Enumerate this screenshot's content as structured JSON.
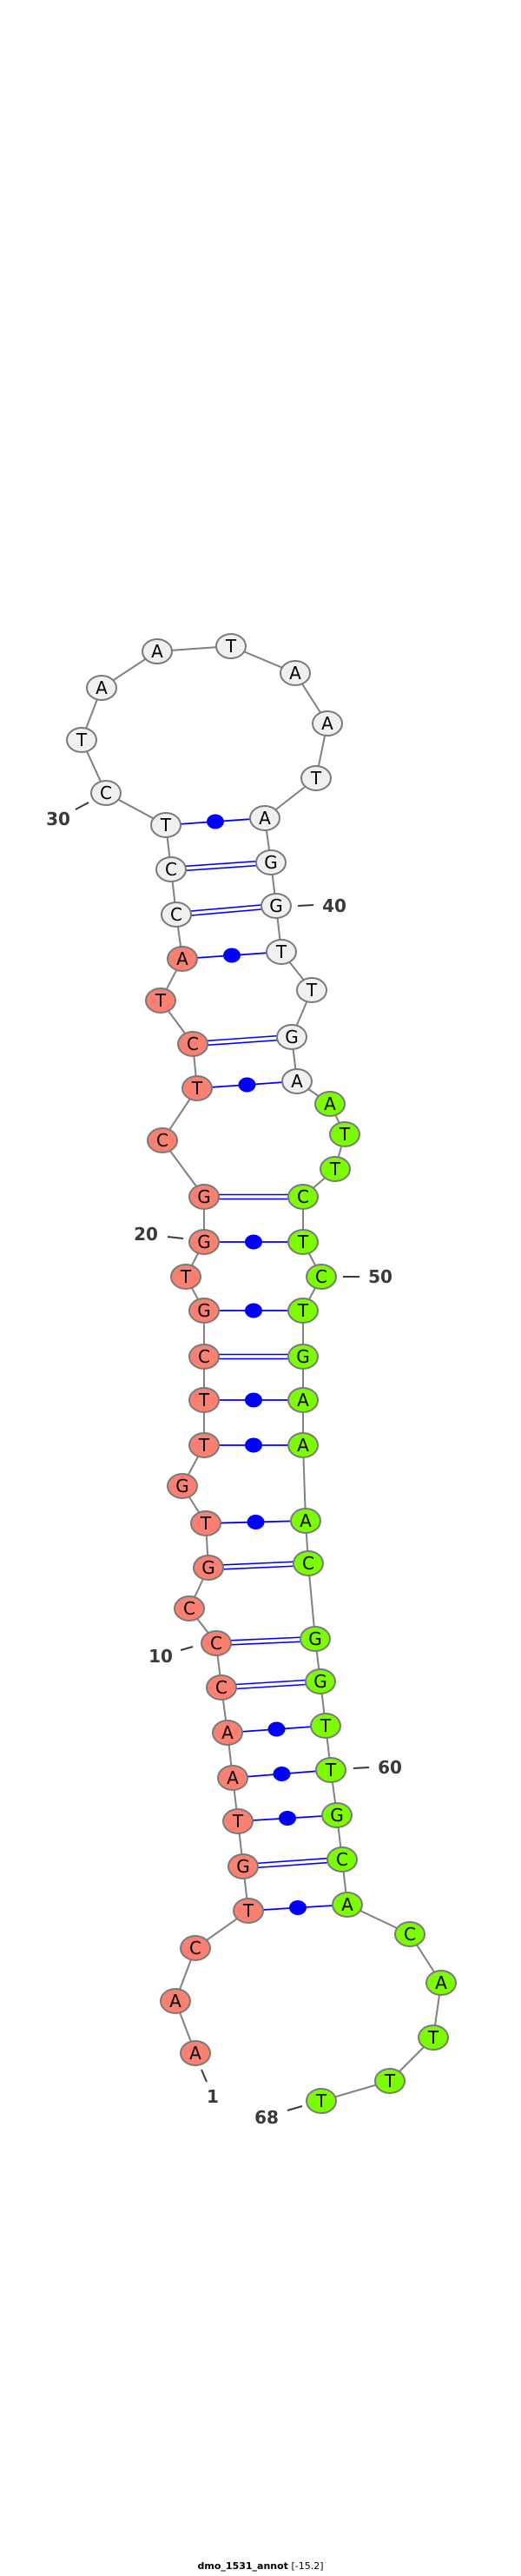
{
  "sequence": "AACTGTAACCCGTGTTCGTGGCTCTACCTCTAATAATAGGTTGAATTCTCTGAAACGGTTGCACATTT",
  "pairs": [
    [
      4,
      63
    ],
    [
      5,
      62
    ],
    [
      6,
      61
    ],
    [
      7,
      60
    ],
    [
      8,
      59
    ],
    [
      9,
      58
    ],
    [
      10,
      57
    ],
    [
      12,
      56
    ],
    [
      13,
      55
    ],
    [
      15,
      54
    ],
    [
      16,
      53
    ],
    [
      17,
      52
    ],
    [
      18,
      51
    ],
    [
      20,
      49
    ],
    [
      21,
      48
    ],
    [
      23,
      44
    ],
    [
      24,
      43
    ],
    [
      26,
      41
    ],
    [
      27,
      40
    ],
    [
      28,
      39
    ],
    [
      29,
      38
    ]
  ],
  "color_regions": [
    {
      "from": 1,
      "to": 26,
      "color": "#fa8072"
    },
    {
      "from": 27,
      "to": 44,
      "color": "#f0f0f0"
    },
    {
      "from": 45,
      "to": 68,
      "color": "#7cfc00"
    }
  ],
  "colors": {
    "pair_line": "#0000ff",
    "backbone": "#808080",
    "node_stroke": "#7a7a7a",
    "label": "#3a3a3a"
  },
  "position_labels": [
    {
      "index": 1,
      "text": "1"
    },
    {
      "index": 10,
      "text": "10"
    },
    {
      "index": 20,
      "text": "20"
    },
    {
      "index": 30,
      "text": "30"
    },
    {
      "index": 40,
      "text": "40"
    },
    {
      "index": 50,
      "text": "50"
    },
    {
      "index": 60,
      "text": "60"
    },
    {
      "index": 68,
      "text": "68"
    }
  ],
  "caption": {
    "name": "dmo_1531_annot",
    "energy": "[-15.2]"
  }
}
